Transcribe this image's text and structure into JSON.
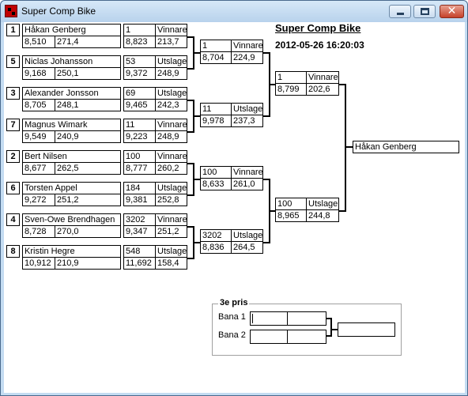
{
  "window": {
    "title": "Super Comp Bike"
  },
  "header": {
    "title": "Super Comp Bike",
    "datetime": "2012-05-26 16:20:03"
  },
  "round1": [
    {
      "seed": "1",
      "name": "Håkan Genberg",
      "t1": "8,510",
      "t2": "271,4",
      "no": "1",
      "result": "Vinnare",
      "r1": "8,823",
      "r2": "213,7"
    },
    {
      "seed": "5",
      "name": "Niclas Johansson",
      "t1": "9,168",
      "t2": "250,1",
      "no": "53",
      "result": "Utslagen",
      "r1": "9,372",
      "r2": "248,9"
    },
    {
      "seed": "3",
      "name": "Alexander Jonsson",
      "t1": "8,705",
      "t2": "248,1",
      "no": "69",
      "result": "Utslagen",
      "r1": "9,465",
      "r2": "242,3"
    },
    {
      "seed": "7",
      "name": "Magnus Wimark",
      "t1": "9,549",
      "t2": "240,9",
      "no": "11",
      "result": "Vinnare",
      "r1": "9,223",
      "r2": "248,9"
    },
    {
      "seed": "2",
      "name": "Bert Nilsen",
      "t1": "8,677",
      "t2": "262,5",
      "no": "100",
      "result": "Vinnare",
      "r1": "8,777",
      "r2": "260,2"
    },
    {
      "seed": "6",
      "name": "Torsten Appel",
      "t1": "9,272",
      "t2": "251,2",
      "no": "184",
      "result": "Utslagen",
      "r1": "9,381",
      "r2": "252,8"
    },
    {
      "seed": "4",
      "name": "Sven-Owe Brendhagen",
      "t1": "8,728",
      "t2": "270,0",
      "no": "3202",
      "result": "Vinnare",
      "r1": "9,347",
      "r2": "251,2"
    },
    {
      "seed": "8",
      "name": "Kristin Hegre",
      "t1": "10,912",
      "t2": "210,9",
      "no": "548",
      "result": "Utslagen",
      "r1": "11,692",
      "r2": "158,4"
    }
  ],
  "round2": [
    {
      "no": "1",
      "result": "Vinnare",
      "r1": "8,704",
      "r2": "224,9"
    },
    {
      "no": "11",
      "result": "Utslagen",
      "r1": "9,978",
      "r2": "237,3"
    },
    {
      "no": "100",
      "result": "Vinnare",
      "r1": "8,633",
      "r2": "261,0"
    },
    {
      "no": "3202",
      "result": "Utslagen",
      "r1": "8,836",
      "r2": "264,5"
    }
  ],
  "round3": [
    {
      "no": "1",
      "result": "Vinnare",
      "r1": "8,799",
      "r2": "202,6"
    },
    {
      "no": "100",
      "result": "Utslagen",
      "r1": "8,965",
      "r2": "244,8"
    }
  ],
  "winner": {
    "name": "Håkan Genberg"
  },
  "third_place": {
    "label": "3e pris",
    "lane1_label": "Bana 1",
    "lane2_label": "Bana 2"
  }
}
